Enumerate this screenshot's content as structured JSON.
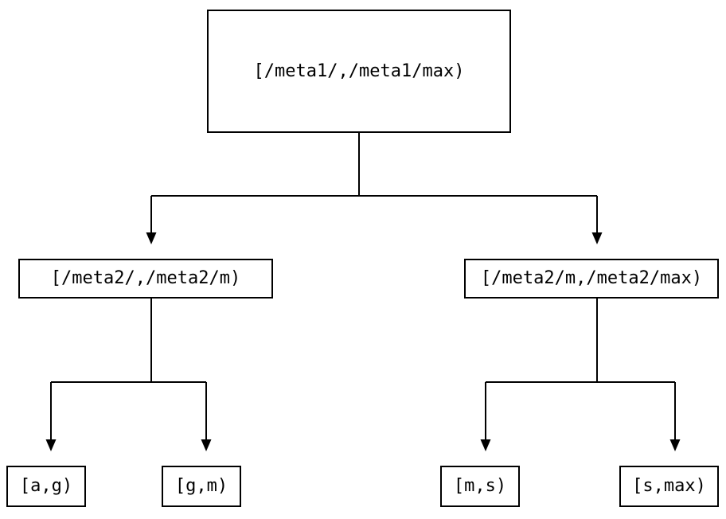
{
  "diagram": {
    "background_color": "#ffffff",
    "line_color": "#000000",
    "node_border_color": "#000000",
    "node_fill_color": "#ffffff",
    "text_color": "#000000",
    "type": "tree",
    "nodes": {
      "root": {
        "label": "[/meta1/,/meta1/max)"
      },
      "left": {
        "label": "[/meta2/,/meta2/m)"
      },
      "right": {
        "label": "[/meta2/m,/meta2/max)"
      },
      "leaf_ag": {
        "label": "[a,g)"
      },
      "leaf_gm": {
        "label": "[g,m)"
      },
      "leaf_ms": {
        "label": "[m,s)"
      },
      "leaf_smax": {
        "label": "[s,max)"
      }
    },
    "edges": [
      {
        "from": "root",
        "to": "left"
      },
      {
        "from": "root",
        "to": "right"
      },
      {
        "from": "left",
        "to": "leaf_ag"
      },
      {
        "from": "left",
        "to": "leaf_gm"
      },
      {
        "from": "right",
        "to": "leaf_ms"
      },
      {
        "from": "right",
        "to": "leaf_smax"
      }
    ]
  }
}
